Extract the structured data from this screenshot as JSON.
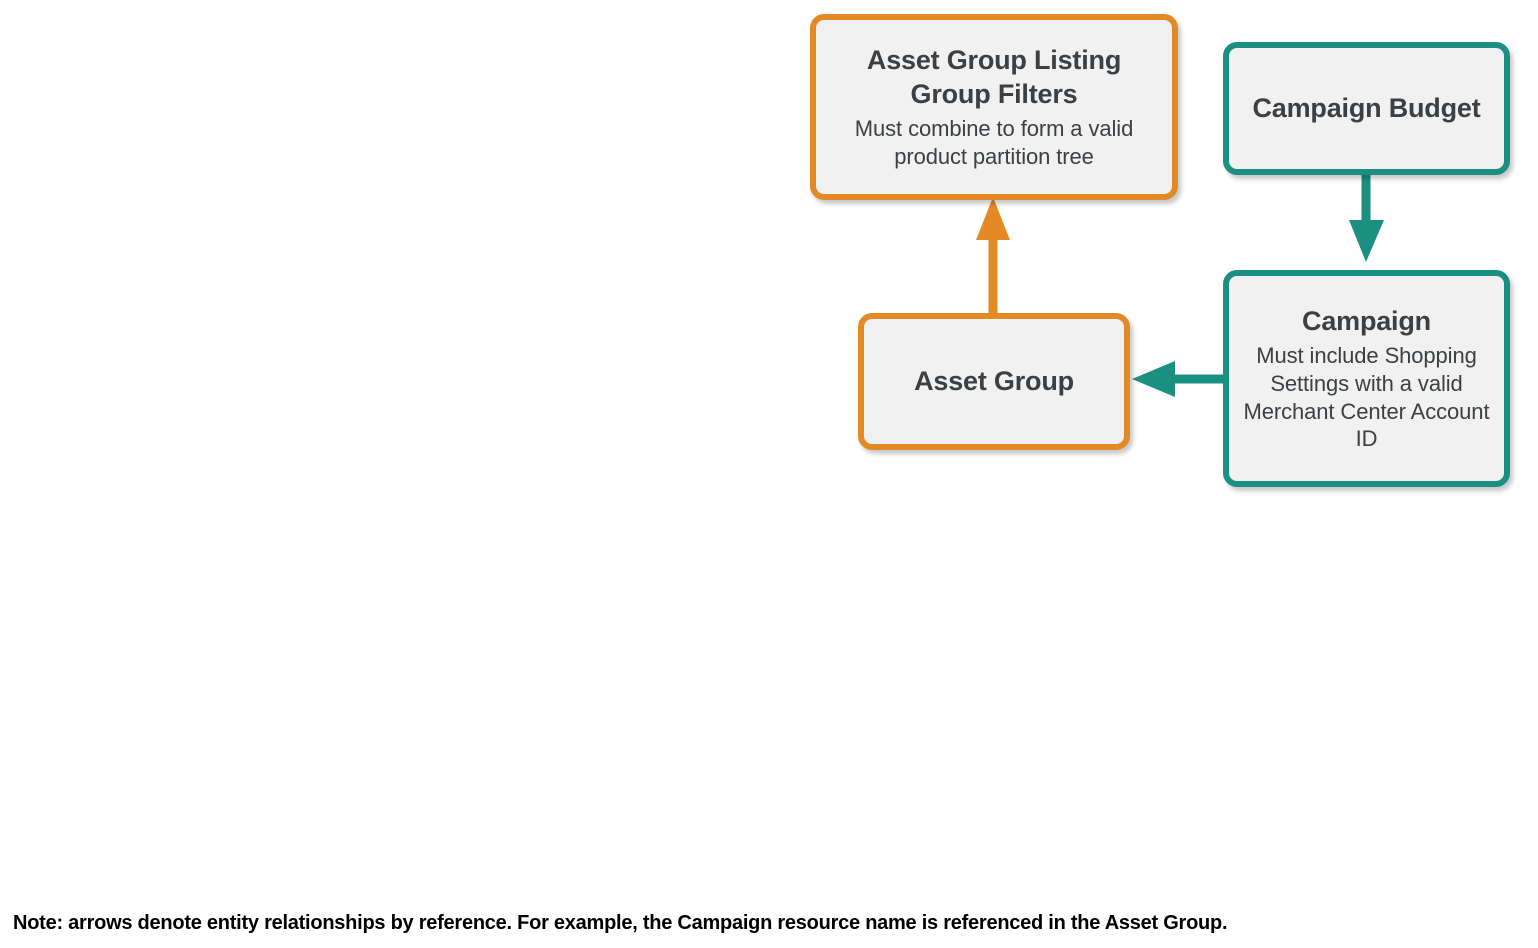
{
  "diagram": {
    "colors": {
      "orange": "#E38A27",
      "teal": "#1A8F82",
      "node_fill": "#F1F1F1",
      "text": "#3C4043",
      "footnote_text": "#000000",
      "background": "#FFFFFF"
    },
    "nodes": [
      {
        "id": "asset-group-listing-group-filters",
        "title": "Asset Group Listing Group Filters",
        "subtitle": "Must combine to form a valid product partition tree",
        "accent": "orange"
      },
      {
        "id": "asset-group",
        "title": "Asset Group",
        "subtitle": "",
        "accent": "orange"
      },
      {
        "id": "campaign-budget",
        "title": "Campaign Budget",
        "subtitle": "",
        "accent": "teal"
      },
      {
        "id": "campaign",
        "title": "Campaign",
        "subtitle": "Must include Shopping Settings with a valid Merchant Center Account ID",
        "accent": "teal"
      }
    ],
    "edges": [
      {
        "id": "asset-group-to-listing-group-filters",
        "from": "asset-group",
        "to": "asset-group-listing-group-filters",
        "direction": "up",
        "color": "#E38A27"
      },
      {
        "id": "campaign-budget-to-campaign",
        "from": "campaign-budget",
        "to": "campaign",
        "direction": "down",
        "color": "#1A8F82"
      },
      {
        "id": "campaign-to-asset-group",
        "from": "campaign",
        "to": "asset-group",
        "direction": "left",
        "color": "#1A8F82"
      }
    ],
    "footnote": "Note: arrows denote entity relationships by reference. For example, the Campaign resource name is referenced in the Asset Group."
  }
}
